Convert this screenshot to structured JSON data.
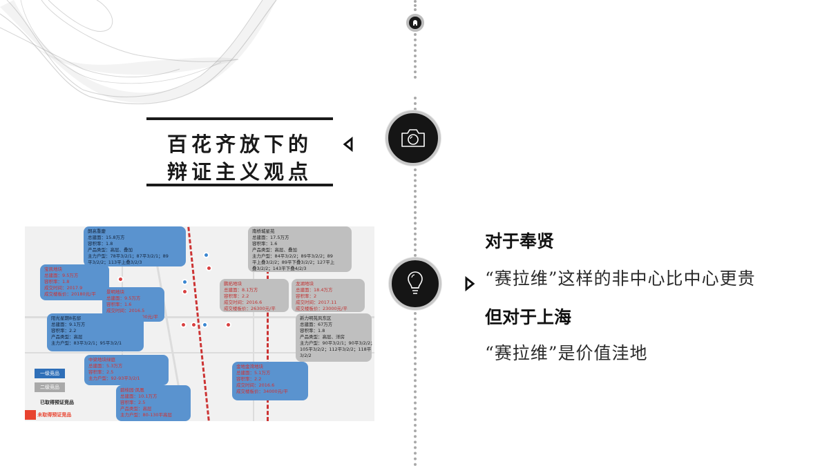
{
  "title": {
    "line1": "百花齐放下的",
    "line2": "辩证主义观点"
  },
  "timeline": {
    "nodes": [
      {
        "icon": "small-dot-icon"
      },
      {
        "icon": "camera-icon"
      },
      {
        "icon": "lightbulb-icon"
      }
    ]
  },
  "points": {
    "p1_heading": "对于奉贤",
    "p1_body": "“赛拉维”这样的非中心比中心更贵",
    "p2_heading": "但对于上海",
    "p2_body": "“赛拉维”是价值洼地"
  },
  "map": {
    "bubbles": [
      {
        "lines": [
          "朗高重慶",
          "总建面：15.8万方",
          "容积率：1.8",
          "产品类型：高层、叠加",
          "主力户型：78平3/2/1；87平3/2/1；89",
          "平3/2/2；113平上叠3/2/3"
        ]
      },
      {
        "lines": [
          "宝凯地块",
          "总建面：9.5万方",
          "容积率：1.8",
          "成交时间：2017.9",
          "成交楼板价：20180元/平"
        ]
      },
      {
        "lines": [
          "景明地块",
          "总建面：9.5万方",
          "容积率：1.6",
          "成交时间：2016.5",
          "成交楼板价：20400元/平"
        ]
      },
      {
        "lines": [
          "阳光星期8名邸",
          "总建面：9.1万方",
          "容积率：2.2",
          "产品类型：高层",
          "主力户型：83平3/2/1；95平3/2/1"
        ]
      },
      {
        "lines": [
          "中梁地块绿庭",
          "总建面：5.3万方",
          "容积率：2.5",
          "主力户型：92-93平3/2/1"
        ]
      },
      {
        "lines": [
          "碧桂园·凤凰",
          "总建面：10.1万方",
          "容积率：2.5",
          "产品类型：高层",
          "主力户型：80-130平高层"
        ]
      },
      {
        "lines": [
          "南桥城星苑",
          "总建面：17.5万方",
          "容积率：1.6",
          "产品类型：高层、叠加",
          "主力户型：84平3/2/2；89平3/2/2；89",
          "平上叠3/2/2；89平下叠3/2/2；127平上",
          "叠3/2/2；143平下叠4/2/3"
        ]
      },
      {
        "lines": [
          "鹏拓地块",
          "总建面：8.1万方",
          "容积率：2.2",
          "成交时间：2016.6",
          "成交楼板价：26300元/平"
        ]
      },
      {
        "lines": [
          "龙湖地块",
          "总建面：18.4万方",
          "容积率：2",
          "成交时间：2017.11",
          "成交楼板价：23000元/平"
        ]
      },
      {
        "lines": [
          "新力明苑风东区",
          "总建面：67万方",
          "容积率：1.8",
          "产品类型：高层、洋房",
          "主力户型：90平3/2/1；90平3/2/2；",
          "105平3/2/2；112平3/2/2；118平",
          "3/2/2"
        ]
      },
      {
        "lines": [
          "金地金湾地块",
          "总建面：5.1万方",
          "容积率：2.2",
          "成交时间：2016.6",
          "成交楼板价：34000元/平"
        ]
      }
    ],
    "legend": [
      {
        "label": "一级竞品",
        "color": "#2f6fb8"
      },
      {
        "label": "二级竞品",
        "color": "#a9a9a9"
      },
      {
        "label": "已取得预证竞品",
        "color": "#222222"
      },
      {
        "label": "未取得预证竞品",
        "color": "#e8432f"
      }
    ]
  }
}
